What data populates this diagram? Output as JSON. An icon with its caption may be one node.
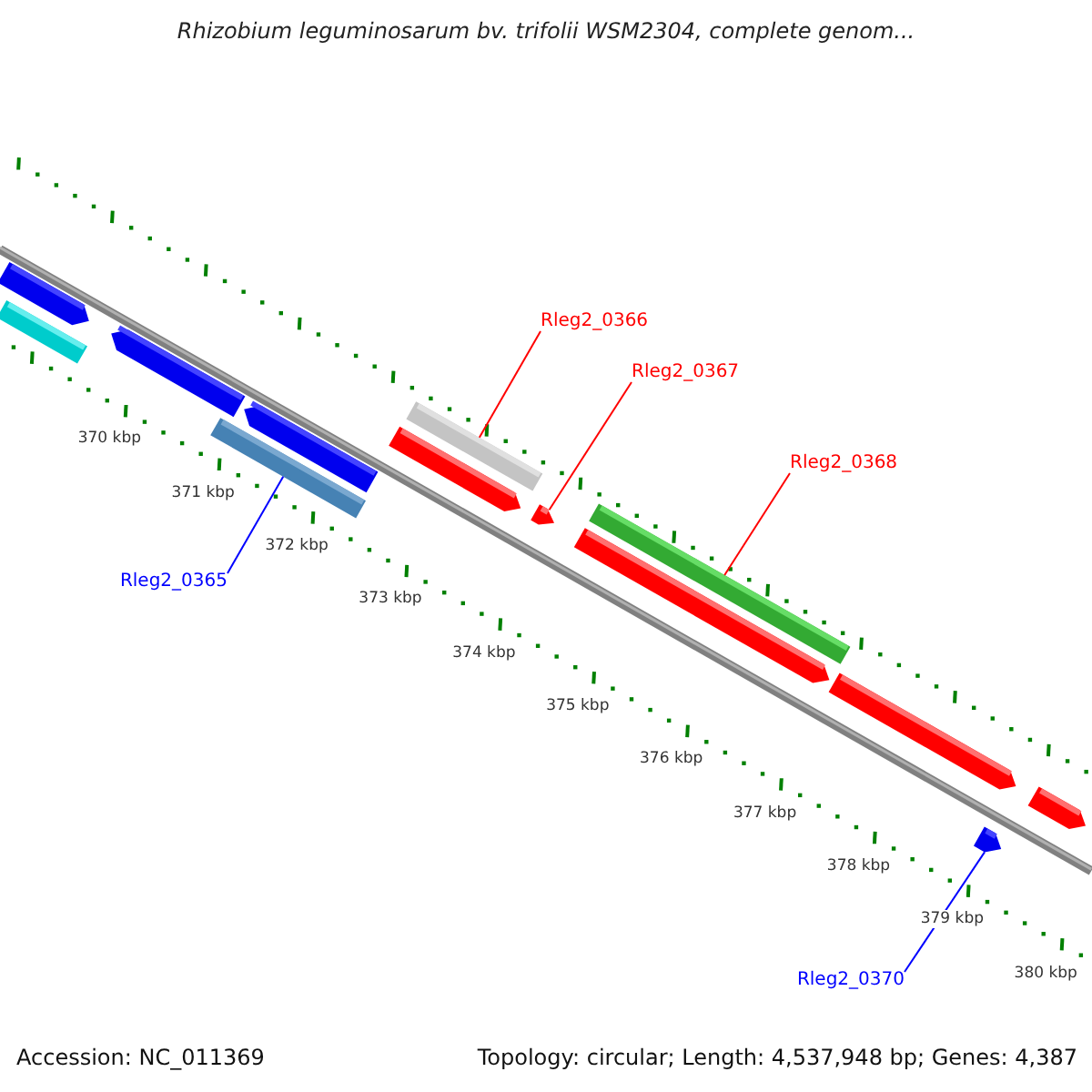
{
  "diagram": {
    "title": "Rhizobium leguminosarum bv. trifolii WSM2304, complete genom...",
    "nodes": [
      {
        "text": [
          "Rleg2_0366"
        ]
      },
      {
        "text": [],
        "shape": "bar"
      },
      {
        "text": [
          "Rleg2_0367"
        ]
      },
      {
        "text": [],
        "shape": "bar"
      },
      {
        "text": [
          "Rleg2_0368"
        ]
      },
      {
        "text": [],
        "shape": "bar"
      },
      {
        "text": [
          "Rleg2_0365"
        ]
      },
      {
        "text": [],
        "shape": "bar"
      },
      {
        "text": [
          "Rleg2_0370"
        ]
      },
      {
        "text": [],
        "shape": "bar"
      }
    ],
    "edges": [
      {
        "from": 0,
        "to": 1,
        "arrow": "none"
      },
      {
        "from": 2,
        "to": 3,
        "arrow": "none"
      },
      {
        "from": 4,
        "to": 5,
        "arrow": "none"
      },
      {
        "from": 6,
        "to": 7,
        "arrow": "none",
        "color": "#0000ff"
      },
      {
        "from": 8,
        "to": 9,
        "arrow": "none",
        "color": "#0000ff"
      }
    ],
    "labels": [
      "370 kbp",
      "371 kbp",
      "372 kbp",
      "373 kbp",
      "374 kbp",
      "375 kbp",
      "376 kbp",
      "377 kbp",
      "378 kbp",
      "379 kbp",
      "380 kbp",
      "Accession: NC_011369",
      "Topology: circular; Length: 4,537,948 bp; Genes: 4,387"
    ]
  }
}
